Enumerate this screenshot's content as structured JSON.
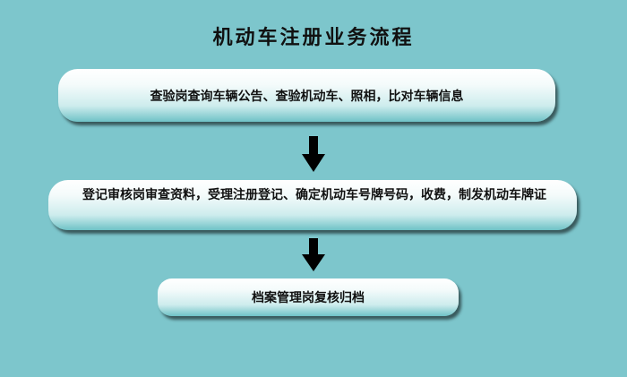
{
  "title": "机动车注册业务流程",
  "steps": [
    {
      "text": "查验岗查询车辆公告、查验机动车、照相，比对车辆信息"
    },
    {
      "text": "登记审核岗审查资料，受理注册登记、确定机动车号牌号码，收费，制发机动车牌证"
    },
    {
      "text": "档案管理岗复核归档"
    }
  ]
}
